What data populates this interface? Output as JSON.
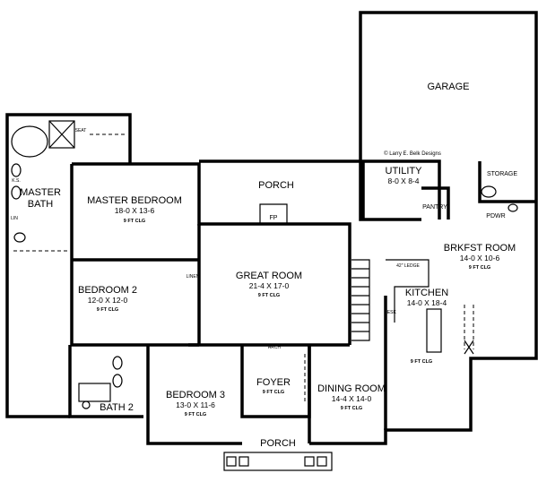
{
  "credit": "© Larry E. Belk Designs",
  "rooms": {
    "garage": {
      "name": "GARAGE"
    },
    "master_bath": {
      "name_line1": "MASTER",
      "name_line2": "BATH"
    },
    "master_bedroom": {
      "name": "MASTER BEDROOM",
      "size": "18-0 X 13-6",
      "ceiling": "9 FT CLG"
    },
    "back_porch": {
      "name": "PORCH"
    },
    "fireplace": {
      "name": "FP"
    },
    "utility": {
      "name": "UTILITY",
      "size": "8-0 X 8-4"
    },
    "storage": {
      "name": "STORAGE"
    },
    "pantry": {
      "name": "PANTRY"
    },
    "powder": {
      "name": "PDWR"
    },
    "breakfast_room": {
      "name": "BRKFST ROOM",
      "size": "14-0 X 10-6",
      "ceiling": "9 FT CLG"
    },
    "great_room": {
      "name": "GREAT ROOM",
      "size": "21-4 X 17-0",
      "ceiling": "9 FT CLG"
    },
    "kitchen": {
      "name": "KITCHEN",
      "size": "14-0 X 18-4",
      "ceiling": "9 FT CLG",
      "ledge": "42\" LEDGE",
      "desk": "DESK"
    },
    "bedroom2": {
      "name": "BEDROOM 2",
      "size": "12-0 X 12-0",
      "ceiling": "9 FT CLG"
    },
    "bedroom3": {
      "name": "BEDROOM 3",
      "size": "13-0 X 11-6",
      "ceiling": "9 FT CLG"
    },
    "bath2": {
      "name": "BATH 2"
    },
    "foyer": {
      "name": "FOYER",
      "ceiling": "9 FT CLG"
    },
    "dining_room": {
      "name": "DINING ROOM",
      "size": "14-4 X 14-0",
      "ceiling": "9 FT CLG"
    },
    "front_porch": {
      "name": "PORCH"
    }
  },
  "labels": {
    "arch": "ARCH",
    "linen": "LINEN",
    "lin": "LIN",
    "seat": "SEAT",
    "ks": "K.S."
  }
}
